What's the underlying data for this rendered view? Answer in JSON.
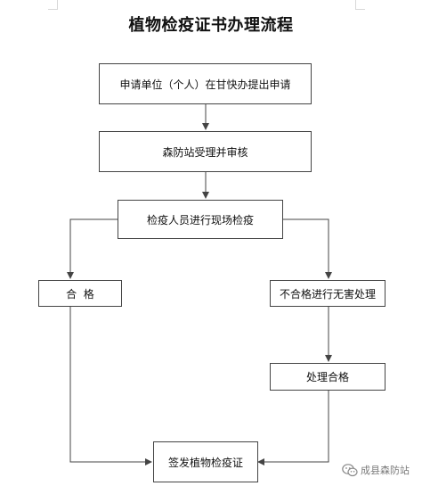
{
  "title": "植物检疫证书办理流程",
  "nodes": {
    "apply": "申请单位（个人）在甘快办提出申请",
    "accept": "森防站受理并审核",
    "inspect": "检疫人员进行现场检疫",
    "pass": "合  格",
    "fail": "不合格进行无害处理",
    "treated_pass": "处理合格",
    "issue": "签发植物检疫证"
  },
  "watermark": {
    "icon": "wechat-icon",
    "text": "成县森防站"
  },
  "colors": {
    "line": "#444444",
    "node_border": "#444444",
    "watermark": "#7a7a7a"
  }
}
